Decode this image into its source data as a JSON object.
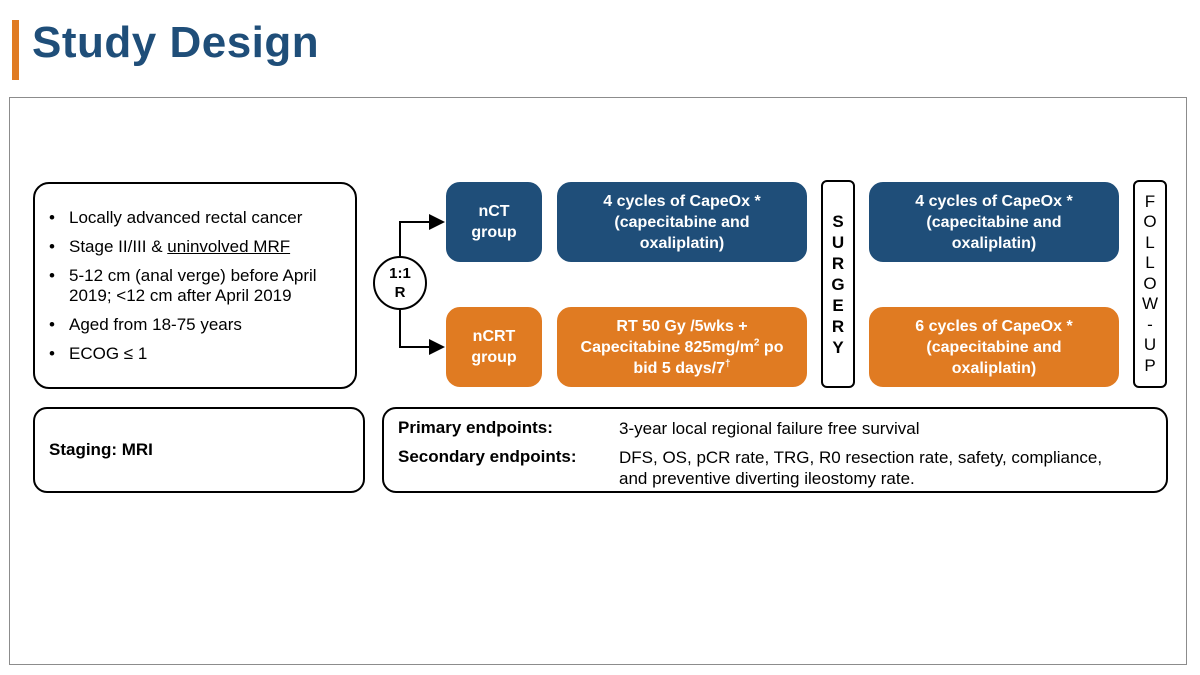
{
  "title": "Study Design",
  "criteria": [
    "Locally advanced rectal cancer",
    "Stage II/III & ",
    "5-12 cm (anal verge) before April 2019; <12 cm after April 2019",
    "Aged from 18-75 years",
    "ECOG ≤ 1"
  ],
  "criteria_underlined": "uninvolved MRF",
  "randomization": {
    "ratio": "1:1",
    "letter": "R"
  },
  "groups": {
    "nct": {
      "line1": "nCT",
      "line2": "group"
    },
    "ncrt": {
      "line1": "nCRT",
      "line2": "group"
    }
  },
  "treatments": {
    "nct_pre": {
      "line1": "4 cycles of CapeOx *",
      "line2": "(capecitabine and",
      "line3": "oxaliplatin)"
    },
    "ncrt_pre": {
      "line1": "RT 50 Gy /5wks +",
      "line2a": "Capecitabine 825mg/m",
      "line2sup": "2",
      "line2b": " po",
      "line3a": "bid 5 days/7",
      "line3sup": "†"
    },
    "nct_post": {
      "line1": "4 cycles of CapeOx *",
      "line2": "(capecitabine and",
      "line3": "oxaliplatin)"
    },
    "ncrt_post": {
      "line1": "6 cycles of CapeOx *",
      "line2": "(capecitabine and",
      "line3": "oxaliplatin)"
    }
  },
  "surgery_letters": [
    "S",
    "U",
    "R",
    "G",
    "E",
    "R",
    "Y"
  ],
  "followup_letters": [
    "F",
    "O",
    "L",
    "L",
    "O",
    "W",
    "-",
    "U",
    "P"
  ],
  "staging": "Staging: MRI",
  "endpoints": {
    "primary_label": "Primary endpoints:",
    "primary_value": "3-year local regional failure free survival",
    "secondary_label": "Secondary endpoints:",
    "secondary_value_line1": "DFS, OS, pCR rate, TRG, R0 resection rate, safety, compliance,",
    "secondary_value_line2": "and preventive diverting ileostomy rate."
  },
  "colors": {
    "accent": "#e07b22",
    "title": "#1f4e79",
    "blue": "#1f4e79",
    "orange": "#e07b22"
  }
}
